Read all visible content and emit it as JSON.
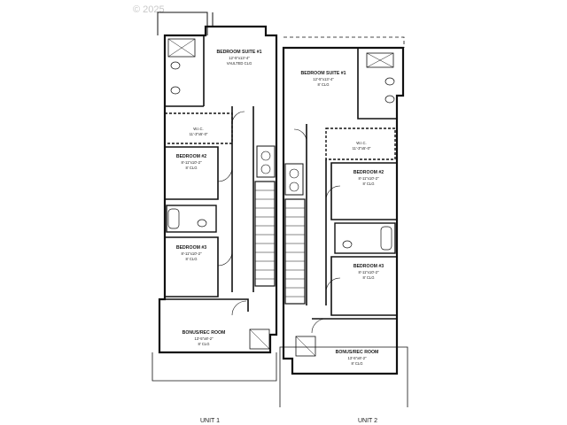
{
  "watermark": "© 2025",
  "units": [
    {
      "label": "UNIT 1",
      "rooms": [
        {
          "key": "suite",
          "name": "BEDROOM SUITE #1",
          "dim": "12'-5\"x13'-4\"",
          "note": "VAULTED CLG"
        },
        {
          "key": "wic",
          "name": "W.I.C.",
          "dim": "11'-3\"x5'-0\"",
          "note": ""
        },
        {
          "key": "bed2",
          "name": "BEDROOM #2",
          "dim": "8'-11\"x10'-2\"",
          "note": "8' CLG"
        },
        {
          "key": "bed3",
          "name": "BEDROOM #3",
          "dim": "8'-11\"x10'-2\"",
          "note": "8' CLG"
        },
        {
          "key": "bonus",
          "name": "BONUS/REC ROOM",
          "dim": "13'-5\"x8'-2\"",
          "note": "8' CLG"
        }
      ]
    },
    {
      "label": "UNIT 2",
      "rooms": [
        {
          "key": "suite",
          "name": "BEDROOM SUITE #1",
          "dim": "12'-5\"x13'-4\"",
          "note": "8' CLG"
        },
        {
          "key": "wic",
          "name": "W.I.C.",
          "dim": "11'-3\"x5'-0\"",
          "note": ""
        },
        {
          "key": "bed2",
          "name": "BEDROOM #2",
          "dim": "8'-11\"x10'-2\"",
          "note": "8' CLG"
        },
        {
          "key": "bed3",
          "name": "BEDROOM #3",
          "dim": "8'-11\"x10'-2\"",
          "note": "8' CLG"
        },
        {
          "key": "bonus",
          "name": "BONUS/REC ROOM",
          "dim": "13'-5\"x8'-2\"",
          "note": "8' CLG"
        }
      ]
    }
  ]
}
